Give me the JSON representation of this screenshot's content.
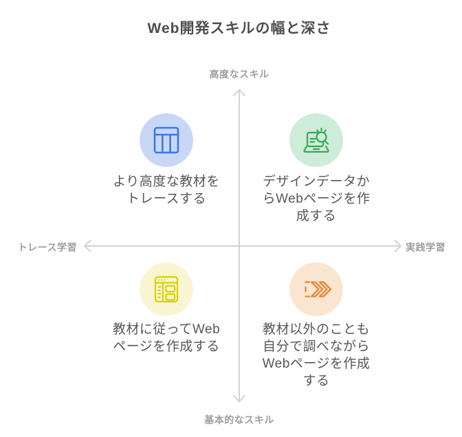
{
  "title": "Web開発スキルの幅と深さ",
  "axes": {
    "vertical": {
      "top_label": "高度なスキル",
      "bottom_label": "基本的なスキル"
    },
    "horizontal": {
      "left_label": "トレース学習",
      "right_label": "実践学習"
    }
  },
  "quadrants": [
    {
      "position": "top-left",
      "icon": "table-layout-icon",
      "circle_color": "#c9d7f7",
      "icon_color": "#3c77e6",
      "text": "より高度な教材を\nトレースする"
    },
    {
      "position": "top-right",
      "icon": "laptop-search-icon",
      "circle_color": "#cdecd9",
      "icon_color": "#34a853",
      "text": "デザインデータか\nらWebページを作\n成する"
    },
    {
      "position": "bottom-left",
      "icon": "browser-window-icon",
      "circle_color": "#f9f5d3",
      "icon_color": "#dccf00",
      "text": "教材に従ってWeb\nページを作成する"
    },
    {
      "position": "bottom-right",
      "icon": "double-chevron-icon",
      "circle_color": "#fae5d1",
      "icon_color": "#e5883a",
      "text": "教材以外のことも\n自分で調べながら\nWebページを作成\nする"
    }
  ],
  "colors": {
    "axis_line": "#d2d2d2",
    "axis_label": "#9e9e9e",
    "title_text": "#4d4d4d",
    "body_text": "#565656"
  }
}
